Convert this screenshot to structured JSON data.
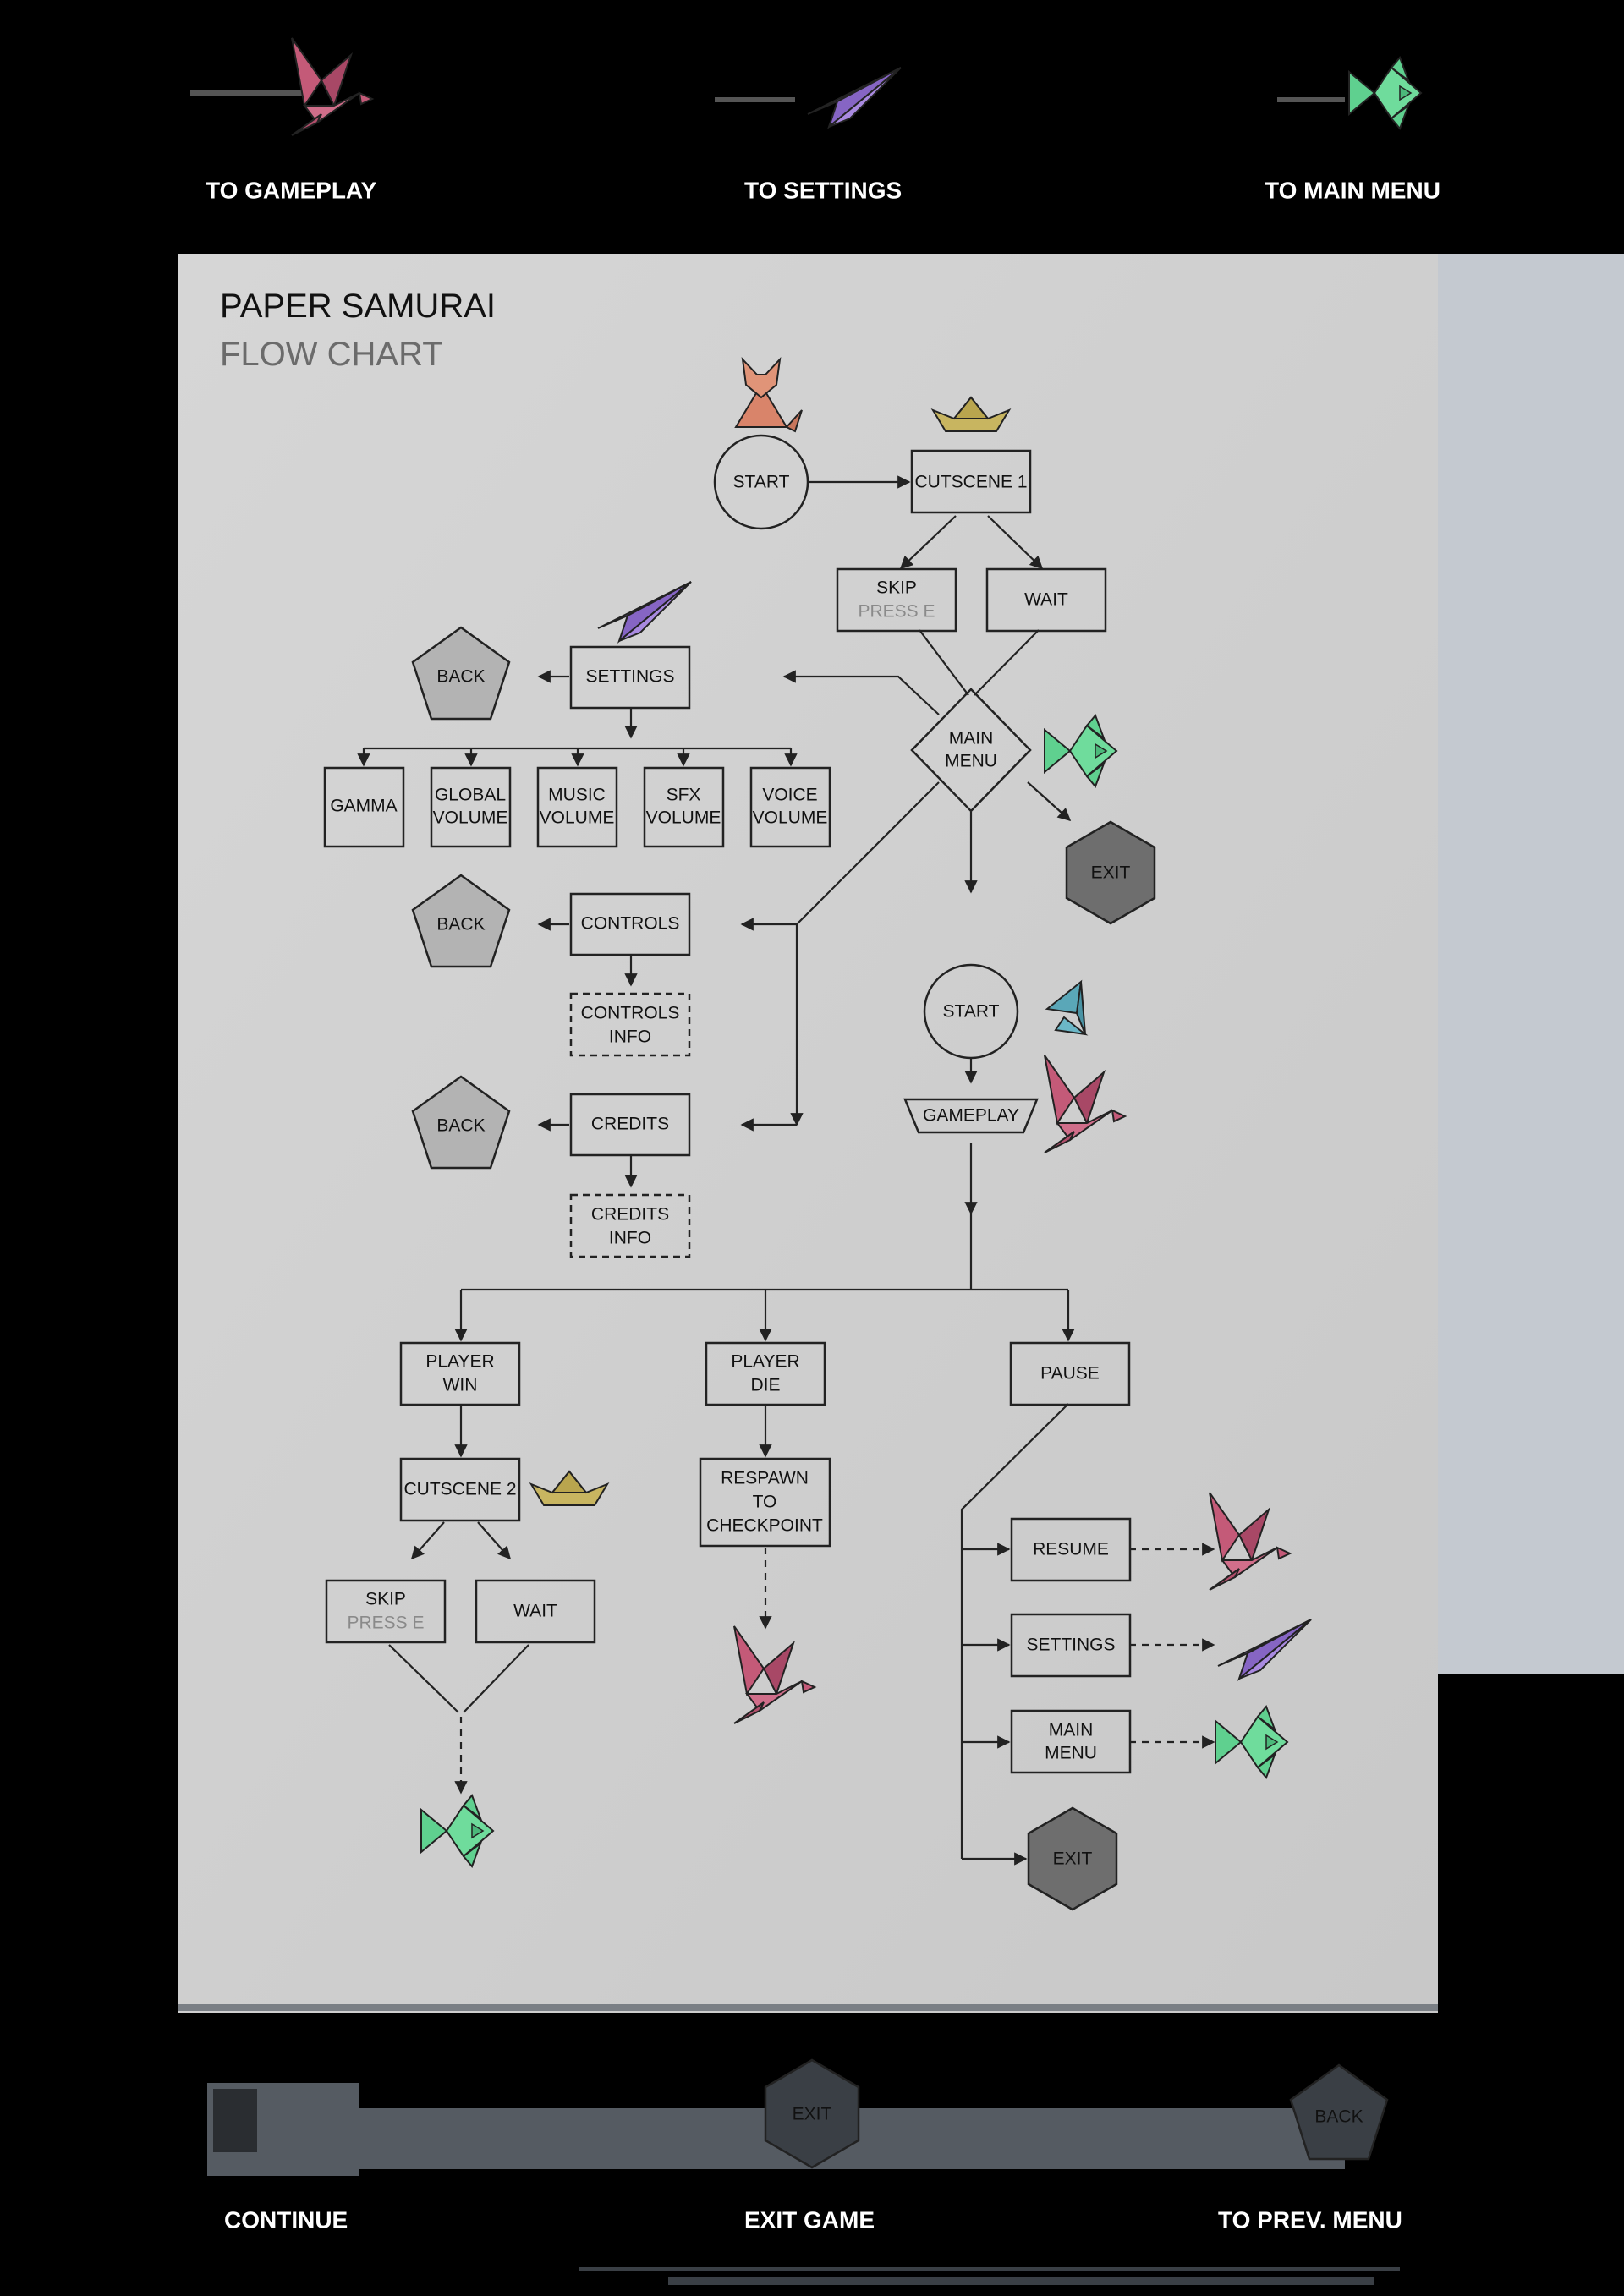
{
  "legend_top": [
    {
      "label": "TO GAMEPLAY",
      "icon": "crane-icon",
      "color": "#c45a78"
    },
    {
      "label": "TO SETTINGS",
      "icon": "paper-plane-icon",
      "color": "#9b7ad6"
    },
    {
      "label": "TO MAIN MENU",
      "icon": "fish-icon",
      "color": "#5fd08f"
    }
  ],
  "legend_bottom": [
    {
      "label": "CONTINUE",
      "icon": "door-icon",
      "shape_text": ""
    },
    {
      "label": "EXIT GAME",
      "icon": "hexagon-icon",
      "shape_text": "EXIT"
    },
    {
      "label": "TO PREV. MENU",
      "icon": "pentagon-icon",
      "shape_text": "BACK"
    }
  ],
  "header": {
    "title": "PAPER SAMURAI",
    "subtitle": "FLOW CHART"
  },
  "nodes": {
    "start1": "START",
    "cutscene1": "CUTSCENE 1",
    "skip1": "SKIP",
    "skip1_sub": "PRESS E",
    "wait1": "WAIT",
    "main_menu": [
      "MAIN",
      "MENU"
    ],
    "exit_main": "EXIT",
    "settings": "SETTINGS",
    "back_settings": "BACK",
    "gamma": "GAMMA",
    "global_volume": [
      "GLOBAL",
      "VOLUME"
    ],
    "music_volume": [
      "MUSIC",
      "VOLUME"
    ],
    "sfx_volume": [
      "SFX",
      "VOLUME"
    ],
    "voice_volume": [
      "VOICE",
      "VOLUME"
    ],
    "controls": "CONTROLS",
    "back_controls": "BACK",
    "controls_info": [
      "CONTROLS",
      "INFO"
    ],
    "credits": "CREDITS",
    "back_credits": "BACK",
    "credits_info": [
      "CREDITS",
      "INFO"
    ],
    "start2": "START",
    "gameplay": "GAMEPLAY",
    "player_win": [
      "PLAYER",
      "WIN"
    ],
    "player_die": [
      "PLAYER",
      "DIE"
    ],
    "pause": "PAUSE",
    "cutscene2": "CUTSCENE 2",
    "skip2": "SKIP",
    "skip2_sub": "PRESS E",
    "wait2": "WAIT",
    "respawn": [
      "RESPAWN",
      "TO",
      "CHECKPOINT"
    ],
    "resume": "RESUME",
    "settings_pause": "SETTINGS",
    "main_menu_pause": [
      "MAIN",
      "MENU"
    ],
    "exit_pause": "EXIT"
  },
  "colors": {
    "paper": "#cfcfcf",
    "crane": "#c45a78",
    "plane": "#9b7ad6",
    "fish": "#5fd08f",
    "boat": "#c8b560",
    "fox": "#d9846a",
    "bird": "#5aa7b8",
    "pentagon": "#b3b3b3",
    "hexagon": "#6e6e6e"
  }
}
